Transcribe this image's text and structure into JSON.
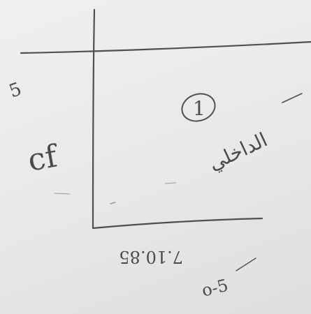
{
  "labels": {
    "top_left_mark": "5",
    "cf_label": "cf",
    "circled_number": "1",
    "arabic_note": "الداخلي",
    "bottom_value": "7.10.85",
    "bottom_note": "o-5"
  },
  "colors": {
    "paper": "#e9e9e7",
    "pencil": "#4f4f52"
  }
}
